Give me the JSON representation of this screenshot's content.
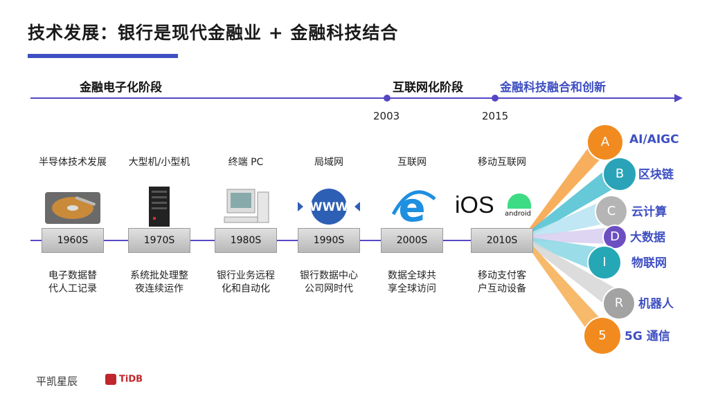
{
  "title": "技术发展：银行是现代金融业 + 金融科技结合",
  "phases": [
    "金融电子化阶段",
    "互联网化阶段",
    "金融科技融合和创新"
  ],
  "years": [
    "2003",
    "2015"
  ],
  "eras": [
    {
      "label": "半导体技术发展",
      "decade": "1960S",
      "desc": "电子数据替代人工记录",
      "icon": "hard-disk-icon"
    },
    {
      "label": "大型机/小型机",
      "decade": "1970S",
      "desc": "系统批处理整夜连续运作",
      "icon": "server-icon"
    },
    {
      "label": "终端 PC",
      "decade": "1980S",
      "desc": "银行业务远程化和自动化",
      "icon": "pc-icon"
    },
    {
      "label": "局域网",
      "decade": "1990S",
      "desc": "银行数据中心公司网时代",
      "icon": "www-icon"
    },
    {
      "label": "互联网",
      "decade": "2000S",
      "desc": "数据全球共享全球访问",
      "icon": "ie-icon"
    },
    {
      "label": "移动互联网",
      "decade": "2010S",
      "desc": "移动支付客户互动设备",
      "icon": "ios-android-icon"
    }
  ],
  "mobile_logos": {
    "ios": "iOS",
    "android": "android"
  },
  "technologies": [
    {
      "letter": "A",
      "label": "AI/AIGC",
      "color": "#f18b1f"
    },
    {
      "letter": "B",
      "label": "区块链",
      "color": "#2aa3b8"
    },
    {
      "letter": "C",
      "label": "云计算",
      "color": "#b5b5b5"
    },
    {
      "letter": "D",
      "label": "大数据",
      "color": "#6d4fc2"
    },
    {
      "letter": "I",
      "label": "物联网",
      "color": "#26a7b5"
    },
    {
      "letter": "R",
      "label": "机器人",
      "color": "#a3a3a3"
    },
    {
      "letter": "5",
      "label": "5G 通信",
      "color": "#f18b1f"
    }
  ],
  "footer": {
    "company": "平凯星辰",
    "product": "TiDB"
  },
  "colors": {
    "accent": "#3e4fc2"
  }
}
